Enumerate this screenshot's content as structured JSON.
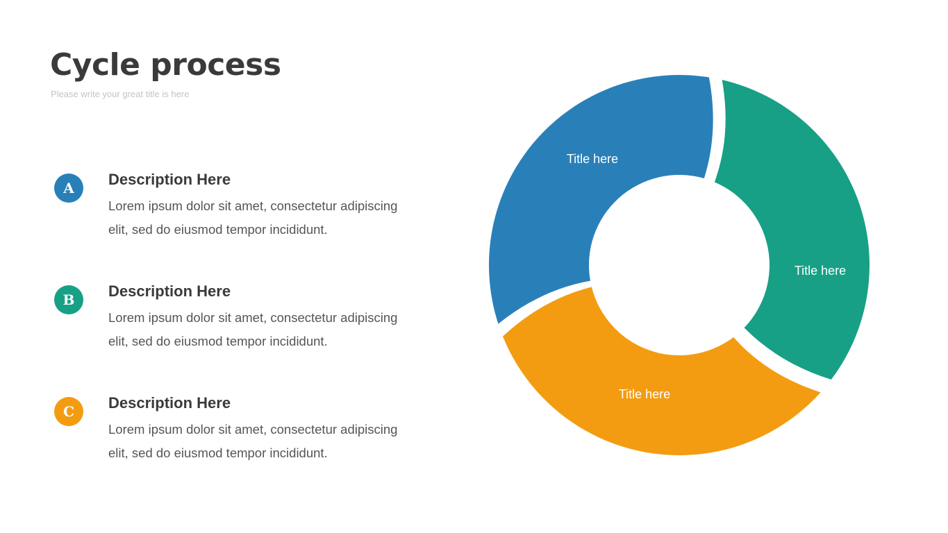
{
  "header": {
    "title": "Cycle process",
    "subtitle": "Please write your great title is here"
  },
  "items": [
    {
      "letter": "A",
      "heading": "Description Here",
      "text": "Lorem ipsum dolor sit amet, consectetur adipiscing elit, sed do eiusmod tempor incididunt.",
      "color": "#2980b9"
    },
    {
      "letter": "B",
      "heading": "Description Here",
      "text": "Lorem ipsum dolor sit amet, consectetur adipiscing elit, sed do eiusmod tempor incididunt.",
      "color": "#17a085"
    },
    {
      "letter": "C",
      "heading": "Description Here",
      "text": "Lorem ipsum dolor sit amet, consectetur adipiscing elit, sed do eiusmod tempor incididunt.",
      "color": "#f39c12"
    }
  ],
  "cycle": {
    "segments": [
      {
        "label": "Title here",
        "color": "#2980b9"
      },
      {
        "label": "Title here",
        "color": "#17a085"
      },
      {
        "label": "Title here",
        "color": "#f39c12"
      }
    ]
  }
}
